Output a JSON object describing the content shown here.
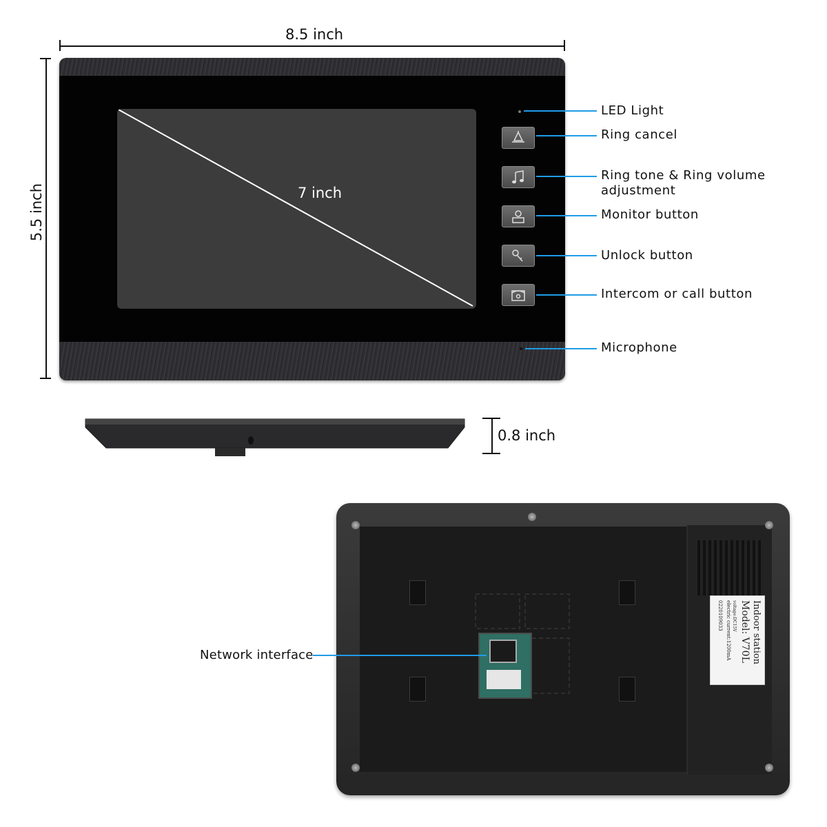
{
  "dimensions": {
    "width": "8.5 inch",
    "height": "5.5 inch",
    "diagonal": "7 inch",
    "depth": "0.8 inch"
  },
  "callouts": {
    "led_light": "LED Light",
    "ring_cancel": "Ring cancel",
    "ring_tone_line1": "Ring tone & Ring volume",
    "ring_tone_line2": "adjustment",
    "monitor_button": "Monitor button",
    "unlock_button": "Unlock button",
    "intercom_button": "Intercom or call button",
    "microphone": "Microphone",
    "network_interface": "Network interface"
  },
  "sticker": {
    "title": "Indoor station",
    "model": "Model: V70L",
    "line1": "voltage:DC15V",
    "line2": "electric current:1200mA",
    "serial": "0220109033"
  },
  "colors": {
    "callout_line": "#1f9ce8"
  }
}
